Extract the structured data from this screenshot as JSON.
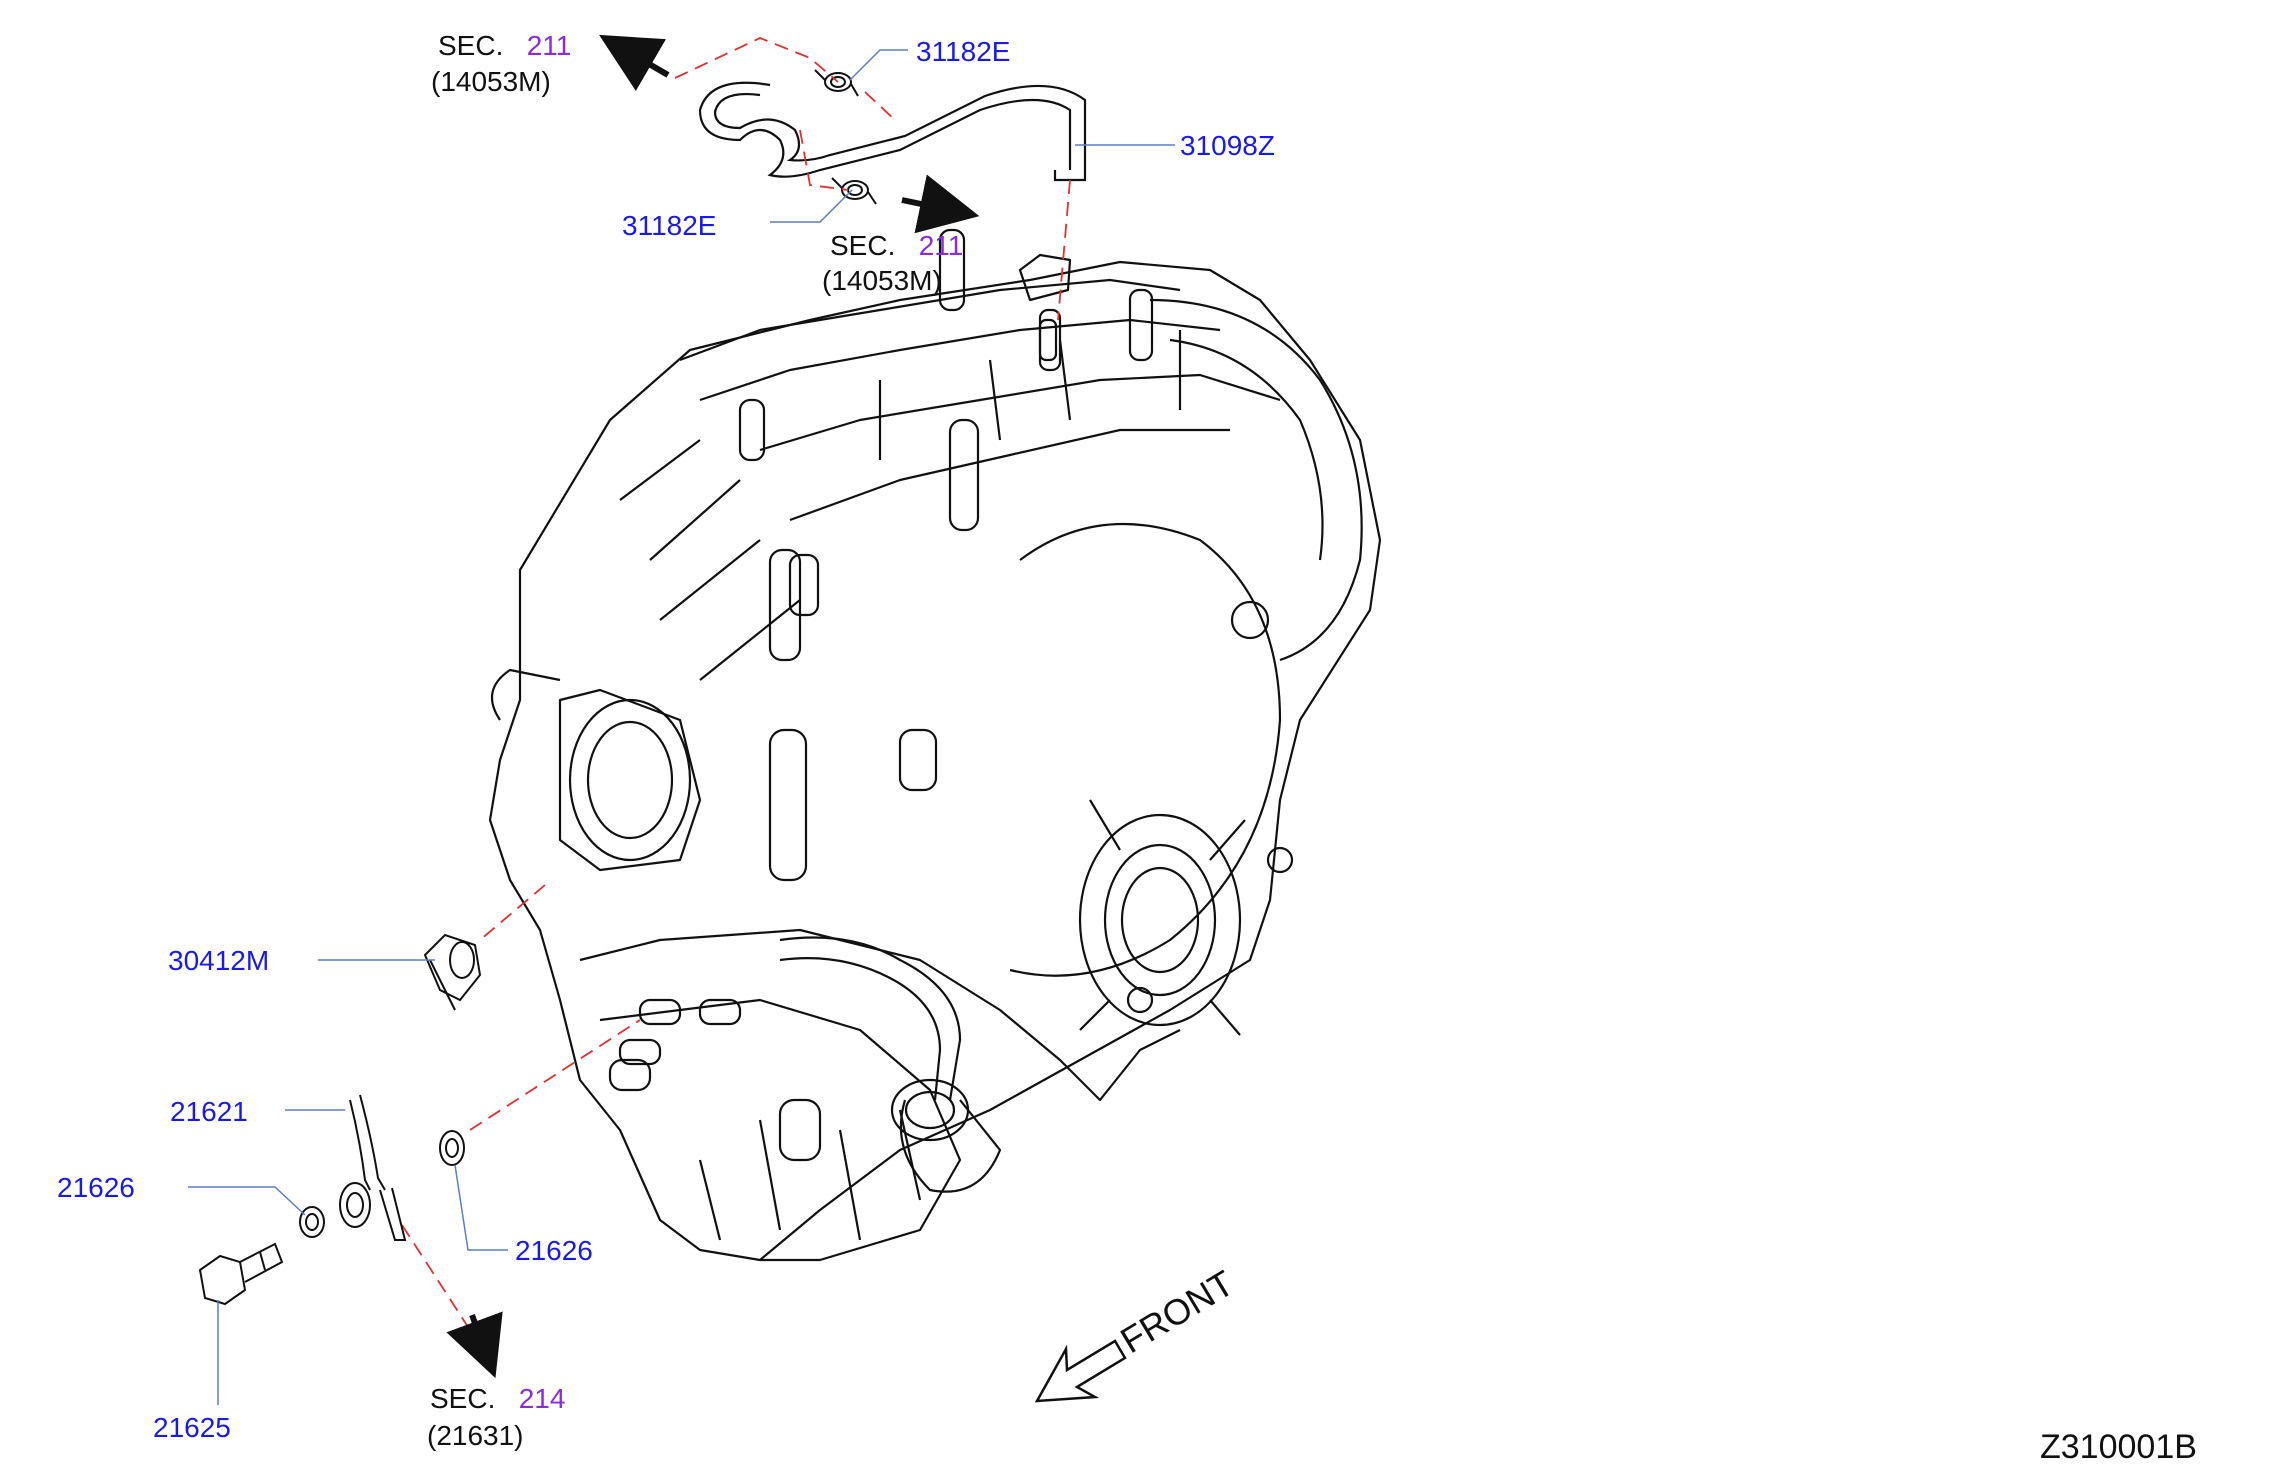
{
  "colors": {
    "part_number": "#1a1ae6",
    "section_number": "#8a2be2",
    "leader_line": "#5b7fbf",
    "dash_line": "#e03030",
    "outline": "#111111"
  },
  "part_labels": [
    {
      "id": "31182E"
    },
    {
      "id": "31098Z"
    },
    {
      "id": "31182E"
    },
    {
      "id": "30412M"
    },
    {
      "id": "21621"
    },
    {
      "id": "21626"
    },
    {
      "id": "21626"
    },
    {
      "id": "21625"
    }
  ],
  "section_refs": [
    {
      "prefix": "SEC.",
      "number": "211",
      "ref": "(14053M)"
    },
    {
      "prefix": "SEC.",
      "number": "211",
      "ref": "(14053M)"
    },
    {
      "prefix": "SEC.",
      "number": "214",
      "ref": "(21631)"
    }
  ],
  "direction_label": "FRONT",
  "diagram_code": "Z310001B",
  "icons": {
    "direction": "arrow-outline-icon",
    "section_arrow": "arrow-solid-icon"
  }
}
